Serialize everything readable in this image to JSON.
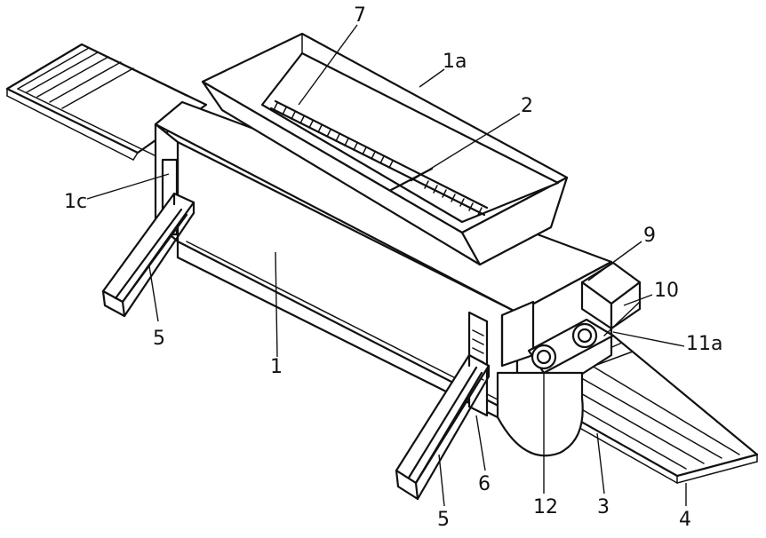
{
  "labels": {
    "l7": "7",
    "l1a": "1a",
    "l2": "2",
    "l1c": "1c",
    "l9": "9",
    "l10": "10",
    "l11a": "11a",
    "l5left": "5",
    "l1": "1",
    "l5bottom": "5",
    "l6": "6",
    "l12": "12",
    "l3": "3",
    "l4": "4"
  }
}
